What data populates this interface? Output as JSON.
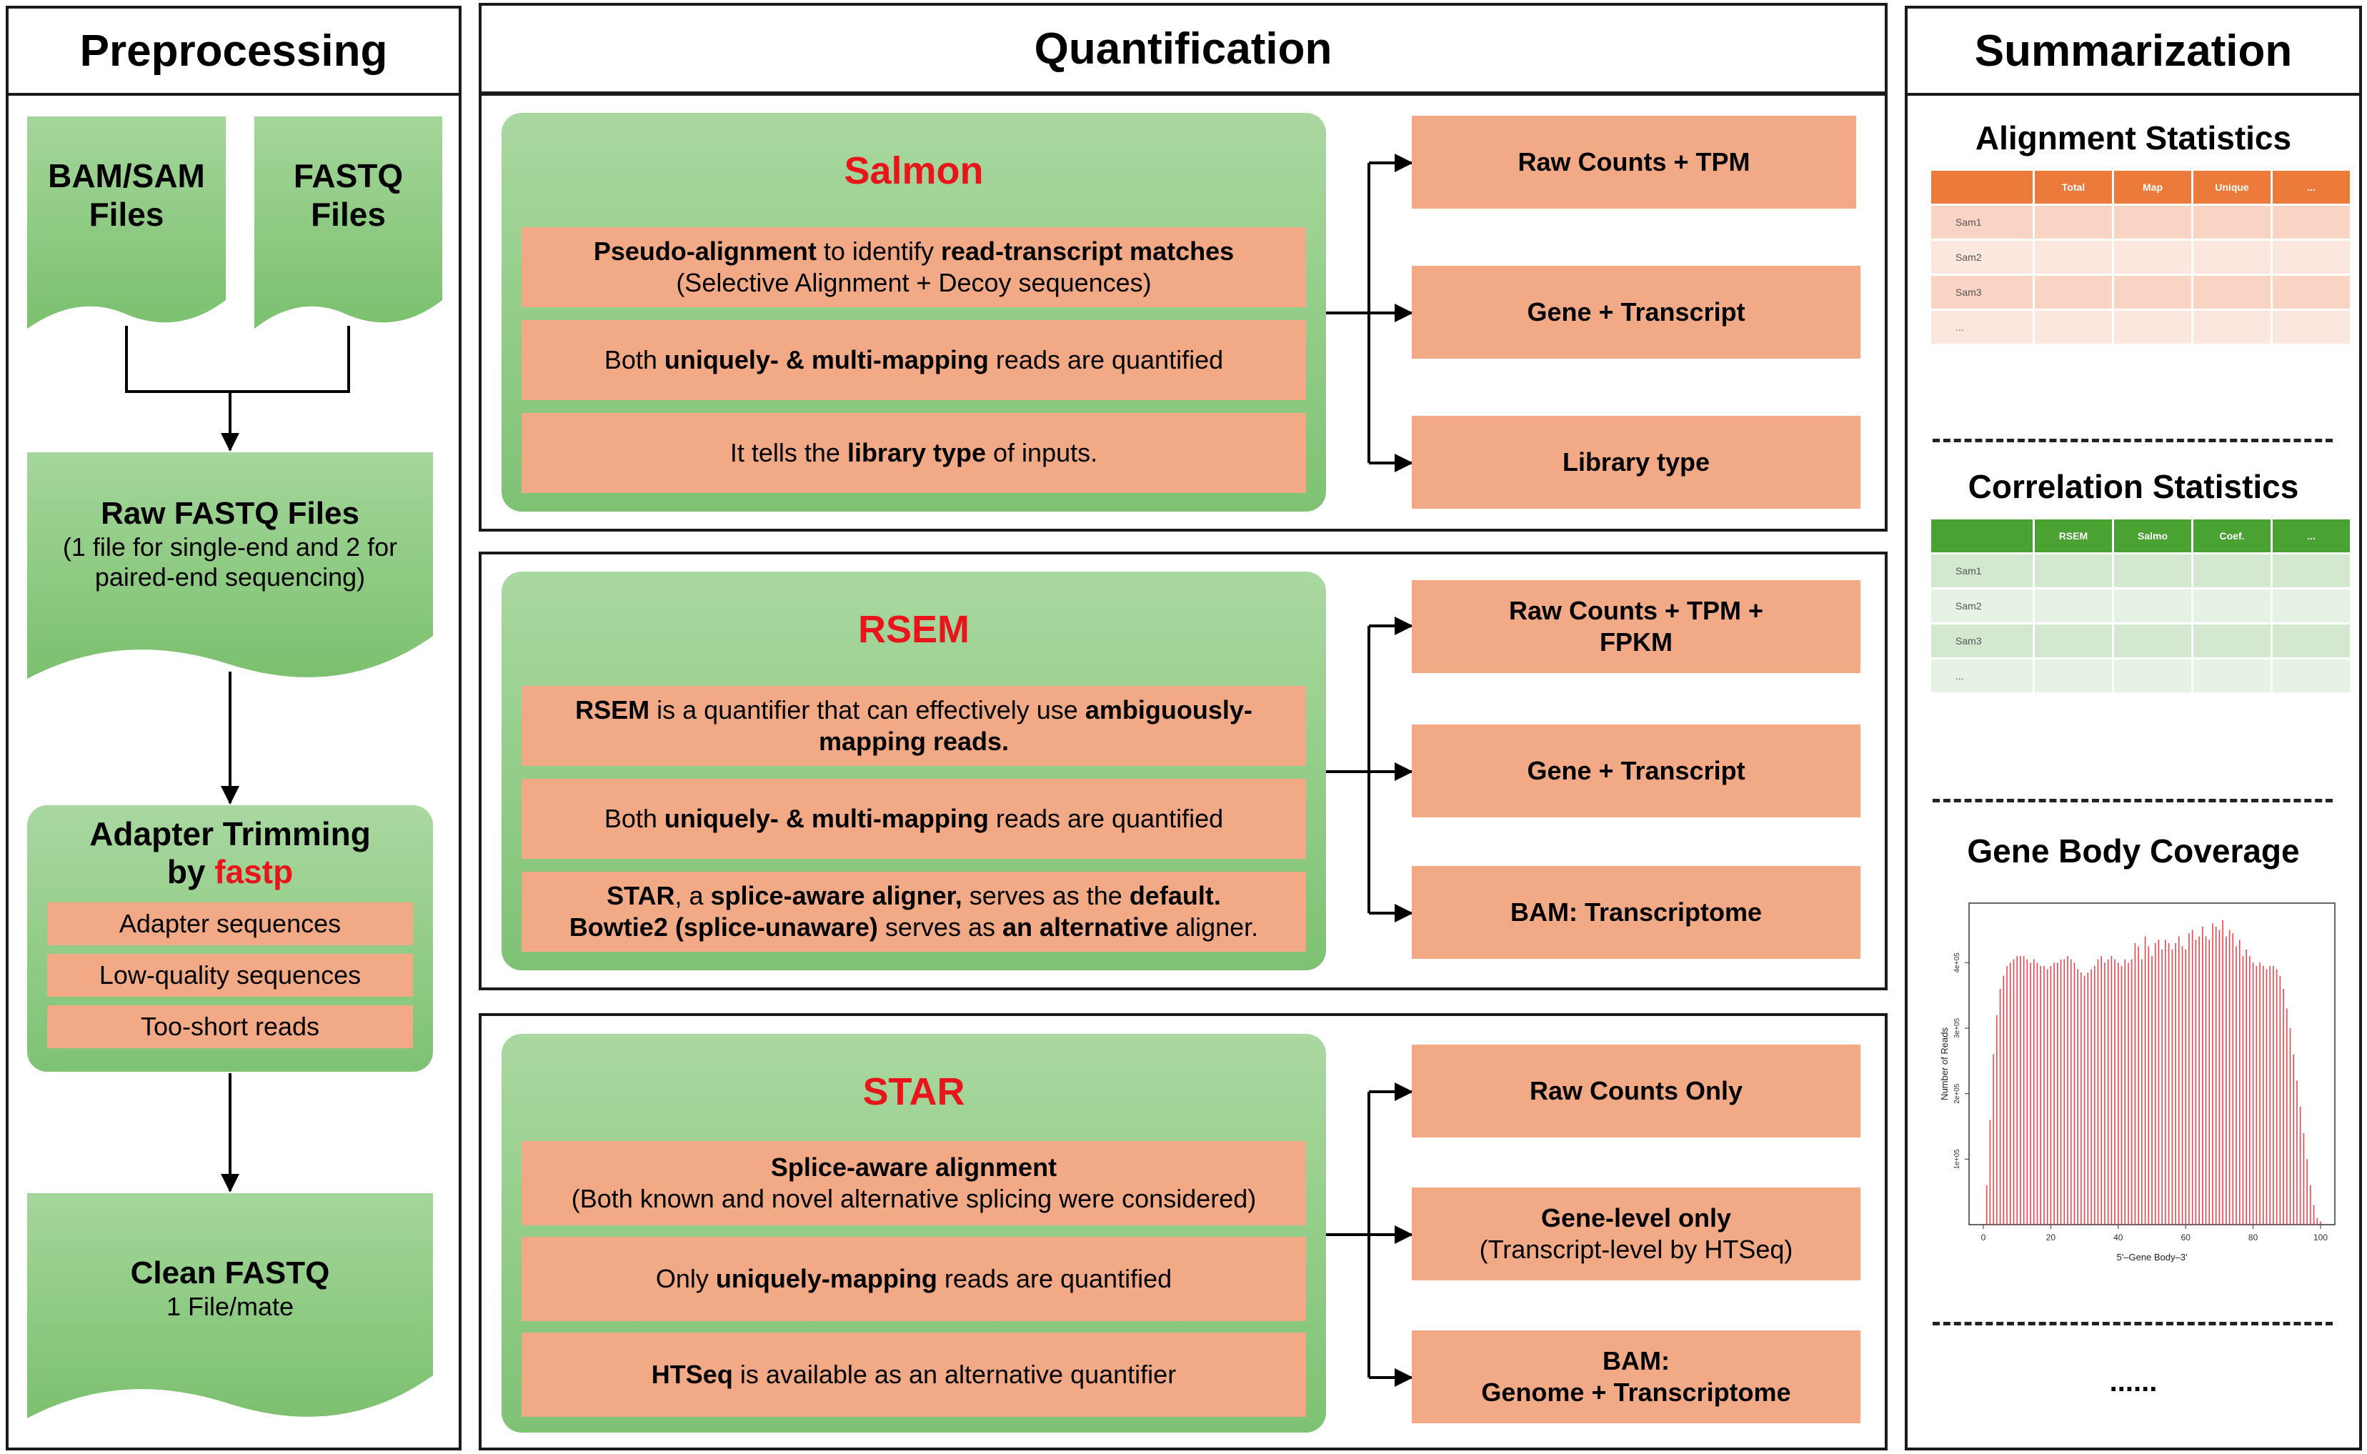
{
  "preprocessing": {
    "title": "Preprocessing",
    "bam_sam": {
      "line1": "BAM/SAM",
      "line2": "Files"
    },
    "fastq": {
      "line1": "FASTQ",
      "line2": "Files"
    },
    "raw_fastq": {
      "title": "Raw FASTQ Files",
      "line1": "(1 file for single-end and 2 for",
      "line2": "paired-end sequencing)"
    },
    "adapter": {
      "line1": "Adapter Trimming",
      "by": "by ",
      "tool": "fastp",
      "items": [
        "Adapter sequences",
        "Low-quality sequences",
        "Too-short reads"
      ]
    },
    "clean": {
      "title": "Clean FASTQ",
      "sub": "1 File/mate"
    }
  },
  "quantification": {
    "title": "Quantification",
    "salmon": {
      "name": "Salmon",
      "box1": {
        "b1": "Pseudo-alignment",
        "t1": " to identify ",
        "b2": "read-transcript matches",
        "line2": "(Selective Alignment + Decoy sequences)"
      },
      "box2": {
        "t1": "Both ",
        "b1": "uniquely- & multi-mapping",
        "t2": " reads are quantified"
      },
      "box3": {
        "t1": "It tells the ",
        "b1": "library type",
        "t2": " of inputs."
      },
      "outputs": [
        "Raw Counts + TPM",
        "Gene + Transcript",
        "Library type"
      ]
    },
    "rsem": {
      "name": "RSEM",
      "box1": {
        "b1": "RSEM",
        "t1": " is a quantifier that can effectively use ",
        "b2": "ambiguously-",
        "b3": "mapping reads."
      },
      "box2": {
        "t1": "Both ",
        "b1": "uniquely- & multi-mapping",
        "t2": " reads are quantified"
      },
      "box3": {
        "b1": "STAR",
        "t1": ", a ",
        "b2": "splice-aware aligner,",
        "t2": " serves as the ",
        "b3": "default.",
        "b4": "Bowtie2 (splice-unaware)",
        "t3": " serves as ",
        "b5": "an alternative",
        "t4": " aligner."
      },
      "outputs": [
        "Raw Counts + TPM +",
        "FPKM",
        "Gene + Transcript",
        "BAM: Transcriptome"
      ]
    },
    "star": {
      "name": "STAR",
      "box1": {
        "b1": "Splice-aware alignment",
        "line2": "(Both known and novel alternative splicing were considered)"
      },
      "box2": {
        "t1": "Only ",
        "b1": "uniquely-mapping",
        "t2": " reads are quantified"
      },
      "box3": {
        "b1": "HTSeq",
        "t1": " is available as an alternative quantifier"
      },
      "outputs": {
        "o1": "Raw Counts Only",
        "o2a": "Gene-level only",
        "o2b": "(Transcript-level by HTSeq)",
        "o3a": "BAM:",
        "o3b": "Genome + Transcriptome"
      }
    }
  },
  "summarization": {
    "title": "Summarization",
    "alignment": {
      "title": "Alignment Statistics",
      "headers": [
        "Total",
        "Map",
        "Unique",
        "..."
      ],
      "rows": [
        "Sam1",
        "Sam2",
        "Sam3",
        "..."
      ]
    },
    "correlation": {
      "title": "Correlation Statistics",
      "headers": [
        "RSEM",
        "Salmo",
        "Coef.",
        "..."
      ],
      "rows": [
        "Sam1",
        "Sam2",
        "Sam3",
        "..."
      ]
    },
    "coverage": {
      "title": "Gene Body Coverage",
      "ylabel": "Number of Reads",
      "xlabel": "5'–Gene Body–3'"
    },
    "ellipsis": "......"
  },
  "colors": {
    "tool_red": "#e8161b",
    "orange_box": "#f2a985",
    "green_box": "#8ccb82",
    "align_header": "#ec7a3b",
    "corr_header": "#4aa232",
    "coverage_bar": "#e8464c"
  },
  "chart_data": {
    "type": "bar",
    "title": "Gene Body Coverage",
    "xlabel": "5'–Gene Body–3'",
    "ylabel": "Number of Reads",
    "xlim": [
      0,
      100
    ],
    "xticks": [
      0,
      20,
      40,
      60,
      80,
      100
    ],
    "ylim": [
      0,
      4.8
    ],
    "yticks": [
      "1e+05",
      "2e+05",
      "3e+05",
      "4e+05"
    ],
    "x": [
      1,
      2,
      3,
      4,
      5,
      6,
      7,
      8,
      9,
      10,
      11,
      12,
      13,
      14,
      15,
      16,
      17,
      18,
      19,
      20,
      21,
      22,
      23,
      24,
      25,
      26,
      27,
      28,
      29,
      30,
      31,
      32,
      33,
      34,
      35,
      36,
      37,
      38,
      39,
      40,
      41,
      42,
      43,
      44,
      45,
      46,
      47,
      48,
      49,
      50,
      51,
      52,
      53,
      54,
      55,
      56,
      57,
      58,
      59,
      60,
      61,
      62,
      63,
      64,
      65,
      66,
      67,
      68,
      69,
      70,
      71,
      72,
      73,
      74,
      75,
      76,
      77,
      78,
      79,
      80,
      81,
      82,
      83,
      84,
      85,
      86,
      87,
      88,
      89,
      90,
      91,
      92,
      93,
      94,
      95,
      96,
      97,
      98,
      99,
      100
    ],
    "values": [
      0.6,
      1.6,
      2.6,
      3.2,
      3.6,
      3.8,
      3.95,
      4.0,
      4.05,
      4.1,
      4.1,
      4.1,
      4.05,
      4.0,
      4.05,
      4.0,
      3.95,
      3.95,
      3.9,
      3.95,
      4.0,
      4.0,
      4.05,
      4.05,
      4.1,
      4.05,
      4.0,
      3.9,
      3.85,
      3.8,
      3.85,
      3.9,
      3.95,
      4.05,
      4.1,
      4.0,
      4.05,
      4.1,
      4.05,
      4.0,
      3.95,
      4.05,
      4.0,
      4.05,
      4.3,
      4.25,
      4.05,
      4.4,
      4.25,
      4.1,
      4.3,
      4.35,
      4.2,
      4.35,
      4.3,
      4.2,
      4.3,
      4.4,
      4.25,
      4.2,
      4.45,
      4.5,
      4.35,
      4.4,
      4.55,
      4.4,
      4.35,
      4.6,
      4.55,
      4.5,
      4.65,
      4.4,
      4.5,
      4.45,
      4.25,
      4.35,
      4.1,
      4.2,
      4.1,
      4.0,
      3.95,
      4.0,
      3.95,
      3.9,
      3.95,
      3.95,
      3.9,
      3.8,
      3.6,
      3.3,
      3.0,
      2.6,
      2.2,
      1.8,
      1.4,
      1.0,
      0.6,
      0.3,
      0.1,
      0.05
    ]
  }
}
